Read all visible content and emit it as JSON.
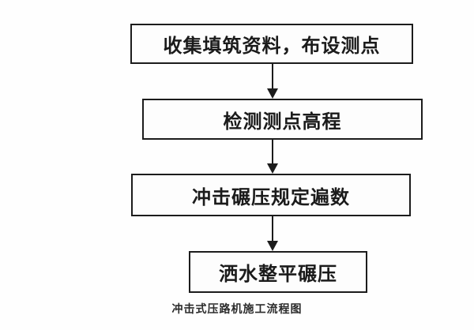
{
  "flowchart": {
    "steps": [
      {
        "label": "收集填筑资料，布设测点"
      },
      {
        "label": "检测测点高程"
      },
      {
        "label": "冲击碾压规定遍数"
      },
      {
        "label": "洒水整平碾压"
      }
    ],
    "caption": "冲击式压路机施工流程图",
    "colors": {
      "border": "#1c1c1c",
      "background": "#fefefe",
      "text": "#1b1b1b"
    }
  }
}
